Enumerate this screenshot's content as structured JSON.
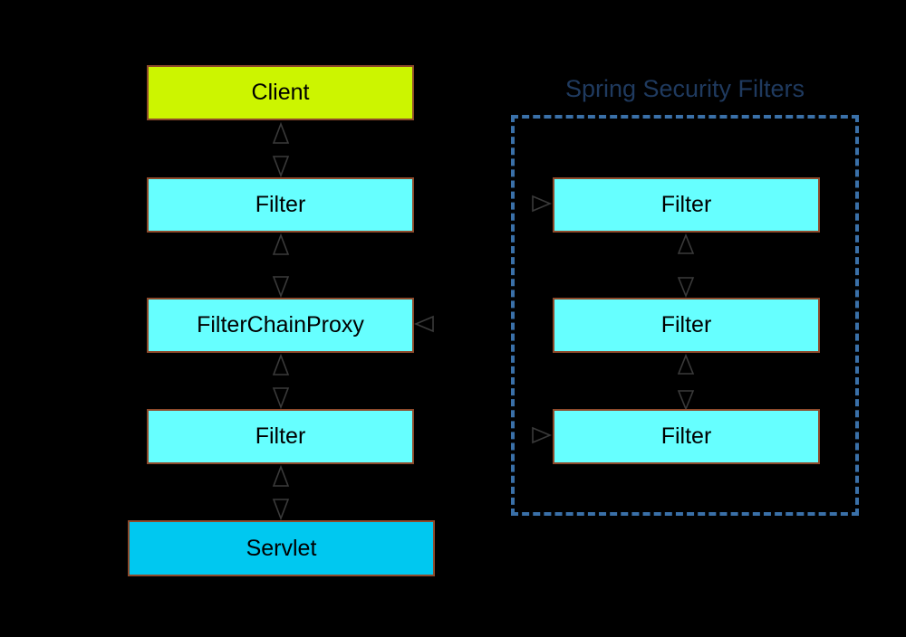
{
  "colors": {
    "background": "#000000",
    "client_fill": "#CCF500",
    "filter_fill": "#66FFFF",
    "servlet_fill": "#00C8F0",
    "box_border": "#8E4A2B",
    "security_box_border": "#3A70A8",
    "title_color": "#1F3A5F",
    "arrow_stroke": "#3A3A3A",
    "label_color": "#000000"
  },
  "left_column": {
    "client": "Client",
    "filter_top": "Filter",
    "filter_chain_proxy": "FilterChainProxy",
    "filter_bottom": "Filter",
    "servlet": "Servlet"
  },
  "security_box": {
    "title": "Spring Security Filters",
    "filters": [
      "Filter",
      "Filter",
      "Filter"
    ]
  }
}
